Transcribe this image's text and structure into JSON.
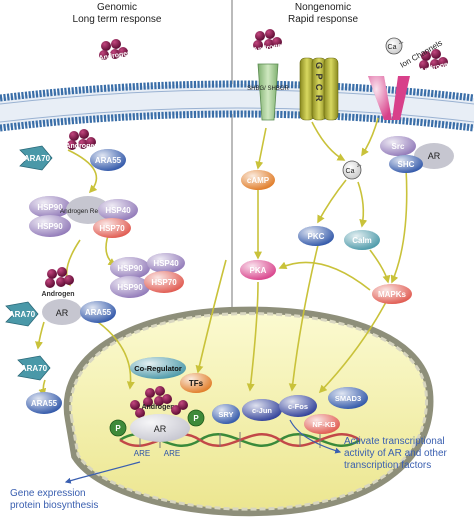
{
  "headers": {
    "left_title": "Genomic",
    "left_subtitle": "Long term response",
    "right_title": "Nongenomic",
    "right_subtitle": "Rapid response"
  },
  "labels": {
    "androgen": "Androgen",
    "androgen_receptor": "Androgen Receptor",
    "ara70": "ARA70",
    "ara55": "ARA55",
    "hsp90": "HSP90",
    "hsp40": "HSP40",
    "hsp70": "HSP70",
    "ar": "AR",
    "shbg": "SHBG/ SHBGR",
    "gpcr": "G P C R",
    "ion_channels": "Ion Channels",
    "ca": "Ca",
    "ca_charge": "2+",
    "src": "Src",
    "shc": "SHC",
    "camp": "cAMP",
    "pkc": "PKC",
    "calm": "Calm",
    "pka": "PKA",
    "mapks": "MAPKs",
    "co_regulator": "Co-Regulator",
    "tfs": "TFs",
    "sry": "SRY",
    "cjun": "c-Jun",
    "cfos": "c-Fos",
    "nfkb": "NF-KB",
    "smad3": "SMAD3",
    "p": "P",
    "are": "ARE",
    "gene_expression_1": "Gene expression",
    "gene_expression_2": "protein biosynthesis",
    "activate_1": "Activate transcriptional",
    "activate_2": "activity of AR and other",
    "activate_3": "transcription factors"
  },
  "colors": {
    "membrane": "#3a6ea8",
    "androgen": "#7a1448",
    "arrow": "#c9c23a",
    "nucleus_fill": "#f5f2a8",
    "nucleus_edge": "#8e8f7a",
    "teal": "#4a98a8",
    "blue": "#2e55a8",
    "purple": "#9078b8",
    "red": "#e0584e",
    "pink": "#d8408a",
    "orange": "#e07a24",
    "gray": "#b0b0b8",
    "green": "#3f8a3a",
    "callout": "#3a5fb0"
  }
}
